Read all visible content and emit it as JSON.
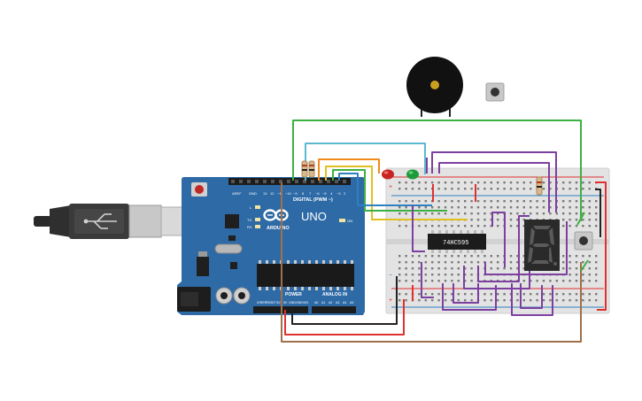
{
  "board": {
    "brand": "ARDUINO",
    "model": "UNO",
    "digital_label": "DIGITAL (PWM ~)",
    "power_label": "POWER",
    "analog_label": "ANALOG IN",
    "on_label": "ON",
    "tx_label": "TX",
    "rx_label": "RX",
    "l_label": "L",
    "aref_label": "AREF",
    "gnd_label": "GND",
    "pin_labels": [
      "13",
      "12",
      "~11",
      "~10",
      "~9",
      "8",
      "7",
      "~6",
      "~5",
      "4",
      "~3",
      "2",
      "TX→1",
      "RX←0"
    ],
    "analog_pins": [
      "A0",
      "A1",
      "A2",
      "A3",
      "A4",
      "A5"
    ],
    "power_pins": [
      "IOREF",
      "RESET",
      "3V3",
      "5V",
      "GND",
      "GND",
      "VIN"
    ]
  },
  "ic": {
    "label": "74HC595"
  },
  "breadboard": {
    "plus": "+",
    "minus": "−"
  },
  "colors": {
    "board": "#2e6aa6",
    "breadboard": "#e3e3e3",
    "wire_red": "#e03030",
    "wire_black": "#222222",
    "wire_green": "#3cb043",
    "wire_purple": "#7d3fa0",
    "wire_yellow": "#e0c020",
    "wire_orange": "#f08a1c",
    "wire_blue": "#2f80c0",
    "wire_cyan": "#5bb8d0",
    "wire_brown": "#a0704a"
  },
  "icons": [
    "usb-cable-icon",
    "buzzer-icon",
    "pushbutton-icon",
    "led-red-icon",
    "led-green-icon",
    "resistor-icon",
    "seven-segment-icon"
  ]
}
